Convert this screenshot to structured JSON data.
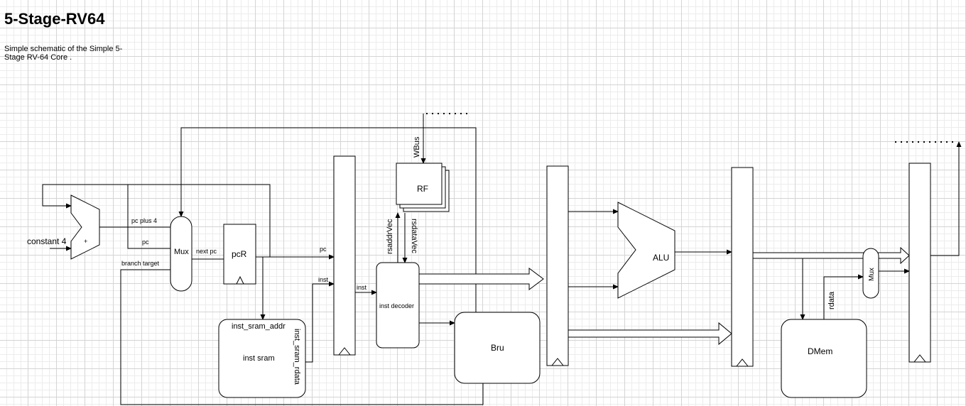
{
  "title": "5-Stage-RV64",
  "subtitle": "Simple schematic of the Simple 5-Stage RV-64 Core .",
  "labels": {
    "constant_4": "constant 4",
    "adder_plus": "+",
    "pc_plus_4": "pc plus 4",
    "pc_feedback": "pc",
    "branch_target": "branch target",
    "mux_fetch": "Mux",
    "next_pc": "next pc",
    "pc_reg": "pcR",
    "pc_to_ifid": "pc",
    "inst_to_ifid": "inst",
    "inst_sram": "inst sram",
    "inst_sram_addr": "inst_sram_addr",
    "inst_sram_rdata": "inst_sram_rdata",
    "inst_to_decoder": "inst",
    "inst_decoder": "inst decoder",
    "register_file": "RF",
    "wbus": "WBus",
    "rsaddr_vec": "rsaddrVec",
    "rsdata_vec": "rsdataVec",
    "bru": "Bru",
    "alu": "ALU",
    "dmem": "DMem",
    "rdata": "rdata",
    "mux_wb": "Mux"
  }
}
